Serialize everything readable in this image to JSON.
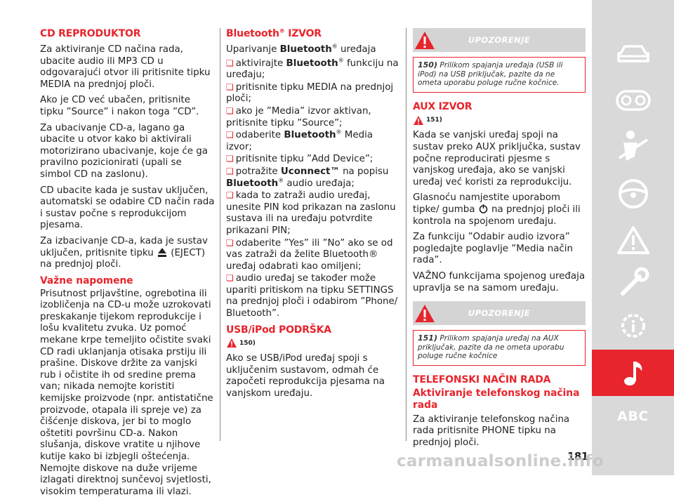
{
  "col1": {
    "title": "CD REPRODUKTOR",
    "p1": "Za aktiviranje CD načina rada, ubacite audio ili MP3 CD u odgovarajući otvor ili pritisnite tipku MEDIA na prednjoj ploči.",
    "p2": "Ako je CD već ubačen, pritisnite tipku ”Source” i nakon toga ”CD”.",
    "p3": "Za ubacivanje CD-a, lagano ga ubacite u otvor kako bi aktivirali motorizirano ubacivanje, koje će ga pravilno pozicionirati (upali se simbol CD na zaslonu).",
    "p4": "CD ubacite kada je sustav uključen, automatski se odabire CD način rada i sustav počne s reprodukcijom pjesama.",
    "p5_a": "Za izbacivanje CD-a, kada je sustav uključen, pritisnite tipku",
    "p5_b": "(EJECT) na prednjoj ploči.",
    "note_title": "Važne napomene",
    "note": "Prisutnost prljavštine, ogrebotina ili izobličenja na CD-u može uzrokovati preskakanje tijekom reprodukcije i lošu kvalitetu zvuka. Uz pomoć mekane krpe temeljito očistite svaki CD radi uklanjanja otisaka prstiju ili prašine. Diskove držite za vanjski rub i očistite ih od sredine prema van; nikada nemojte koristiti kemijske proizvode (npr. antistatične proizvode, otapala ili spreje ve) za čišćenje diskova, jer bi to moglo oštetiti površinu CD-a. Nakon slušanja, diskove vratite u njihove kutije kako bi izbjegli oštećenja. Nemojte diskove na duže vrijeme izlagati direktnoj sunčevoj svjetlosti, visokim temperaturama ili vlazi."
  },
  "col2": {
    "title": "Bluetooth",
    "title_sup": "®",
    "title_rest": " IZVOR",
    "intro_a": "Uparivanje ",
    "intro_b": "Bluetooth",
    "intro_sup": "®",
    "intro_c": " uređaja",
    "items": [
      {
        "a": "aktivirajte ",
        "b": "Bluetooth",
        "sup": "®",
        "c": " funkciju na uređaju;"
      },
      {
        "a": "pritisnite tipku MEDIA na prednjoj ploči;",
        "b": "",
        "sup": "",
        "c": ""
      },
      {
        "a": "ako je ”Media” izvor aktivan, pritisnite tipku ”Source”;",
        "b": "",
        "sup": "",
        "c": ""
      },
      {
        "a": "odaberite ",
        "b": "Bluetooth",
        "sup": "®",
        "c": " Media izvor;"
      },
      {
        "a": "pritisnite tipku ”Add Device”;",
        "b": "",
        "sup": "",
        "c": ""
      },
      {
        "a": "potražite ",
        "b": "Uconnect™",
        "sup": "",
        "c": " na popisu"
      },
      {
        "a": "",
        "b": "Bluetooth",
        "sup": "®",
        "c": " audio uređaja;"
      },
      {
        "a": "kada to zatraži audio uređaj, unesite PIN kod prikazan na zaslonu sustava ili na uređaju potvrdite prikazani PIN;",
        "b": "",
        "sup": "",
        "c": ""
      },
      {
        "a": "odaberite ”Yes” ili ”No” ako se od vas zatraži da želite Bluetooth® uređaj odabrati kao omiljeni;",
        "b": "",
        "sup": "",
        "c": ""
      },
      {
        "a": "audio uređaj se također može upariti pritiskom na tipku SETTINGS na prednjoj ploči i odabirom ”Phone/ Bluetooth”.",
        "b": "",
        "sup": "",
        "c": ""
      }
    ],
    "usb_title": "USB/iPod PODRŠKA",
    "usb_ref": "150)",
    "usb_text": "Ako se USB/iPod uređaj spoji s uključenim sustavom, odmah će započeti reprodukcija pjesama na vanjskom uređaju."
  },
  "col3": {
    "warn1_head": "UPOZORENJE",
    "warn1_num": "150)",
    "warn1_text": " Prilikom spajanja uređaja (USB ili iPod) na USB priključak, pazite da ne ometa uporabu poluge ručne kočnice.",
    "aux_title": "AUX IZVOR",
    "aux_ref": "151)",
    "aux_p1": "Kada se vanjski uređaj spoji na sustav preko AUX priključka, sustav počne reproducirati pjesme s vanjskog uređaja, ako se vanjski uređaj već koristi za reprodukciju.",
    "aux_p2_a": "Glasnoću namjestite uporabom tipke/ gumba",
    "aux_p2_b": "na prednjoj ploči ili kontrola na spojenom uređaju.",
    "aux_p3": "Za funkciju ”Odabir audio izvora” pogledajte poglavlje ”Media način rada”.",
    "aux_p4": "VAŽNO funkcijama spojenog uređaja upravlja se na samom uređaju.",
    "warn2_head": "UPOZORENJE",
    "warn2_num": "151)",
    "warn2_text": " Prilikom spajanja uređaj na AUX priključak, pazite da ne ometa uporabu poluge ručne kočnice",
    "tel_title": "TELEFONSKI NAČIN RADA",
    "tel_sub": "Aktiviranje telefonskog načina rada",
    "tel_text": "Za aktiviranje telefonskog načina rada pritisnite PHONE tipku na prednjoj ploči."
  },
  "sidebar": {
    "icons": [
      "car-icon",
      "dashboard-icon",
      "seatbelt-icon",
      "steering-wheel-icon",
      "warning-triangle-icon",
      "wrench-icon",
      "gear-info-icon",
      "music-note-icon",
      "abc-label"
    ],
    "abc": "ABC",
    "active": "music-note-icon"
  },
  "page_number": "181",
  "watermark": "carmanualsonline.info",
  "colors": {
    "accent": "#e8242c",
    "sidebar": "#d9d9d9",
    "warn_head": "#d4d4d4"
  }
}
